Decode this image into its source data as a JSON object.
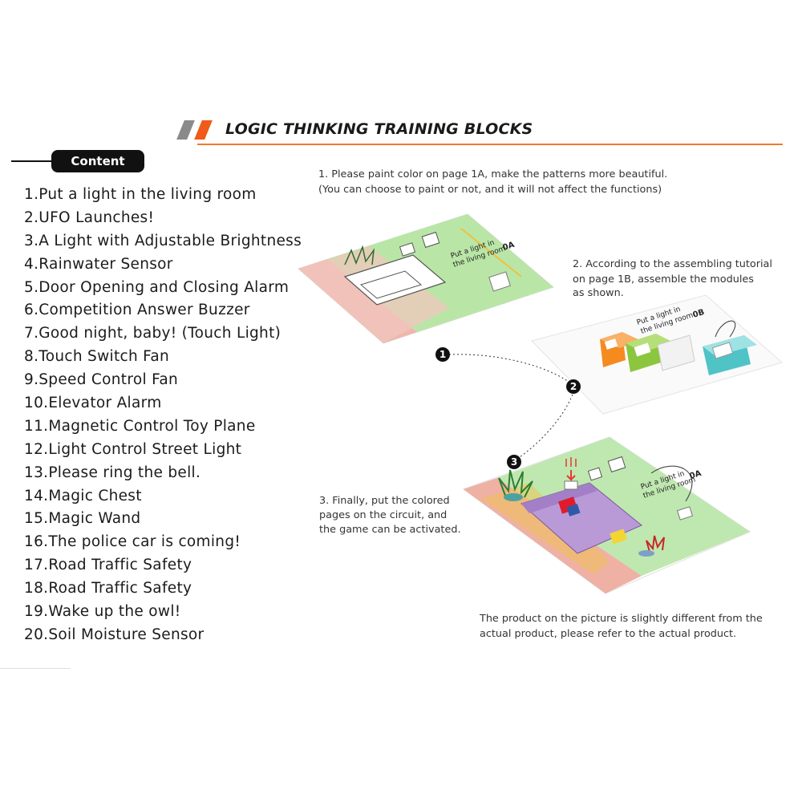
{
  "header": {
    "title": "LOGIC THINKING TRAINING BLOCKS",
    "accent_color": "#f05a1a",
    "stripe_color": "#8a8a8a"
  },
  "content_label": "Content",
  "items": [
    "1.Put a light in the living room",
    "2.UFO Launches!",
    "3.A Light with Adjustable Brightness",
    "4.Rainwater Sensor",
    "5.Door Opening and Closing Alarm",
    "6.Competition Answer Buzzer",
    "7.Good night, baby! (Touch Light)",
    "8.Touch Switch Fan",
    "9.Speed Control Fan",
    "10.Elevator Alarm",
    "11.Magnetic Control Toy Plane",
    "12.Light Control Street Light",
    "13.Please ring the bell.",
    "14.Magic Chest",
    "15.Magic Wand",
    "16.The police car is coming!",
    "17.Road Traffic Safety",
    "18.Road Traffic Safety",
    "19.Wake up the owl!",
    "20.Soil Moisture Sensor"
  ],
  "steps": {
    "step1": {
      "line1": "1. Please paint color on page 1A, make the patterns more beautiful.",
      "line2": "(You can choose to paint or not, and it will not affect the functions)"
    },
    "step2": {
      "line1": "2. According to the assembling tutorial",
      "line2": "on page 1B, assemble the modules",
      "line3": "as shown."
    },
    "step3": {
      "line1": "3. Finally, put the colored",
      "line2": "pages on the circuit, and",
      "line3": "the game can be activated."
    }
  },
  "markers": [
    "1",
    "2",
    "3"
  ],
  "illustration_text": {
    "card1": "Put a light in",
    "card1b": "the living room",
    "card1_code": "0A",
    "card2": "Put a light in",
    "card2b": "the living room",
    "card2_code": "0B",
    "card3": "Put a light in",
    "card3b": "the living room",
    "card3_code": "0A"
  },
  "disclaimer": {
    "line1": "The product on the picture is slightly different from the",
    "line2": "actual product, please refer to the actual product."
  }
}
